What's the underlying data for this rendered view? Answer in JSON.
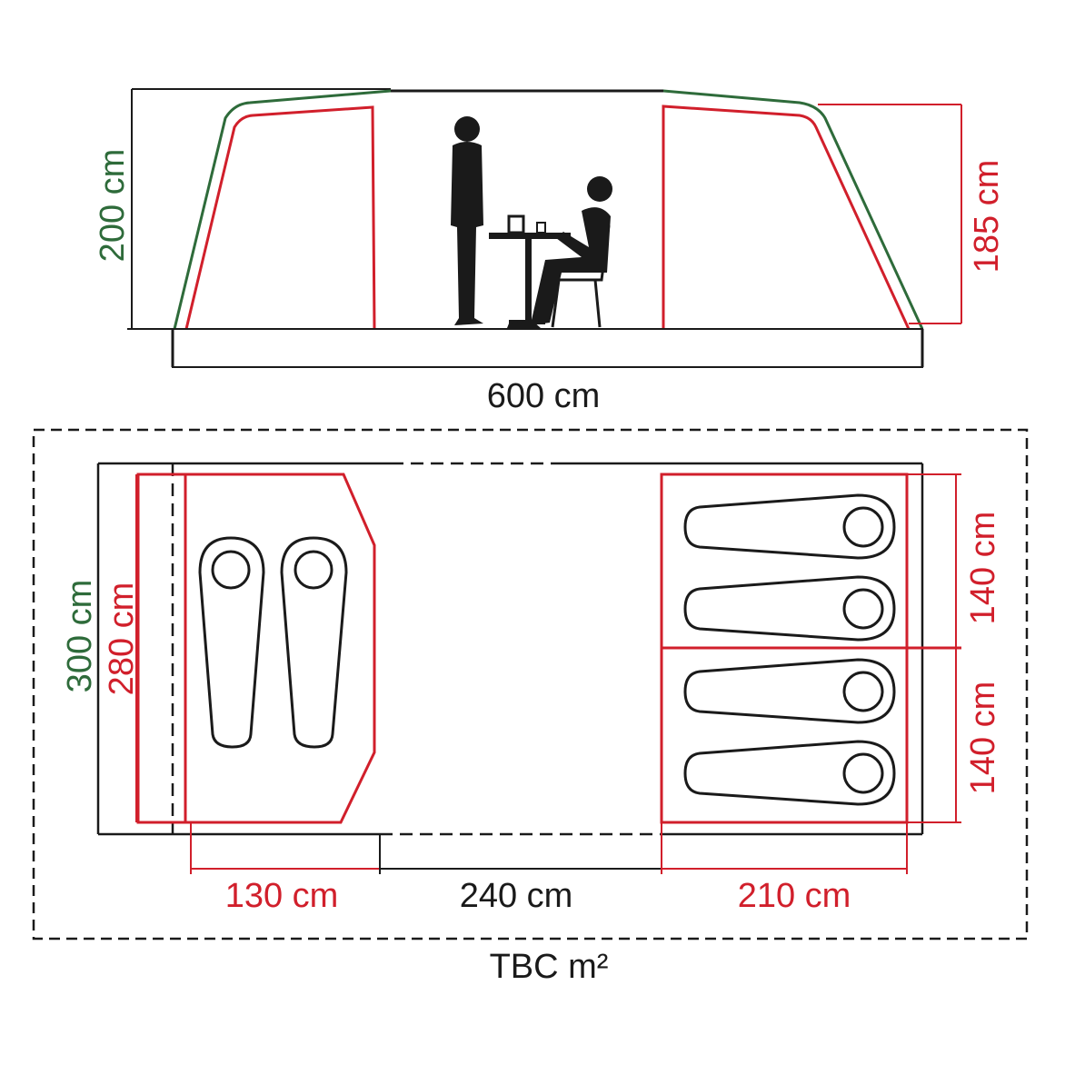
{
  "colors": {
    "green": "#2e6b3a",
    "red": "#d11f2b",
    "black": "#1a1a1a"
  },
  "side_view": {
    "height_total": "200 cm",
    "height_inner": "185 cm",
    "length": "600 cm"
  },
  "floor_plan": {
    "width_total": "300 cm",
    "width_inner": "280 cm",
    "room_right_top": "140 cm",
    "room_right_bottom": "140 cm",
    "length_left": "130 cm",
    "length_middle": "240 cm",
    "length_right": "210 cm",
    "area": "TBC m²"
  }
}
